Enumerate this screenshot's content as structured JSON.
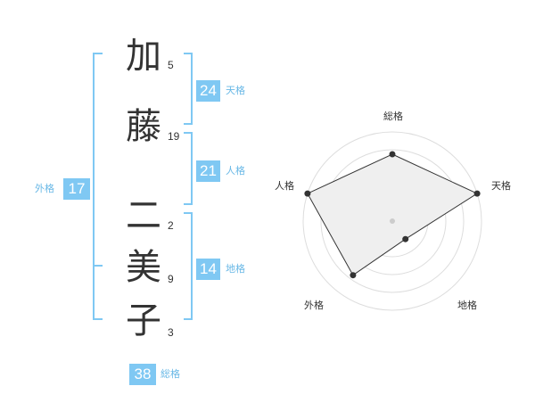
{
  "name": {
    "characters": [
      {
        "char": "加",
        "strokes": "5"
      },
      {
        "char": "藤",
        "strokes": "19"
      },
      {
        "char": "二",
        "strokes": "2"
      },
      {
        "char": "美",
        "strokes": "9"
      },
      {
        "char": "子",
        "strokes": "3"
      }
    ]
  },
  "kaku": {
    "tenkaku": {
      "value": "24",
      "label": "天格"
    },
    "jinkaku": {
      "value": "21",
      "label": "人格"
    },
    "chikaku": {
      "value": "14",
      "label": "地格"
    },
    "gaikaku": {
      "value": "17",
      "label": "外格"
    },
    "soukaku": {
      "value": "38",
      "label": "総格"
    }
  },
  "colors": {
    "accent": "#7fc8f3",
    "bracket": "#7fc8f3",
    "label": "#69b8e6",
    "radar_fill": "#efefef",
    "radar_grid": "#dddddd"
  },
  "chart_data": {
    "type": "radar",
    "axes": [
      "総格",
      "天格",
      "地格",
      "外格",
      "人格"
    ],
    "values": [
      0.75,
      1.0,
      0.25,
      0.75,
      1.0
    ],
    "rings": 5,
    "range": [
      0,
      1
    ]
  }
}
